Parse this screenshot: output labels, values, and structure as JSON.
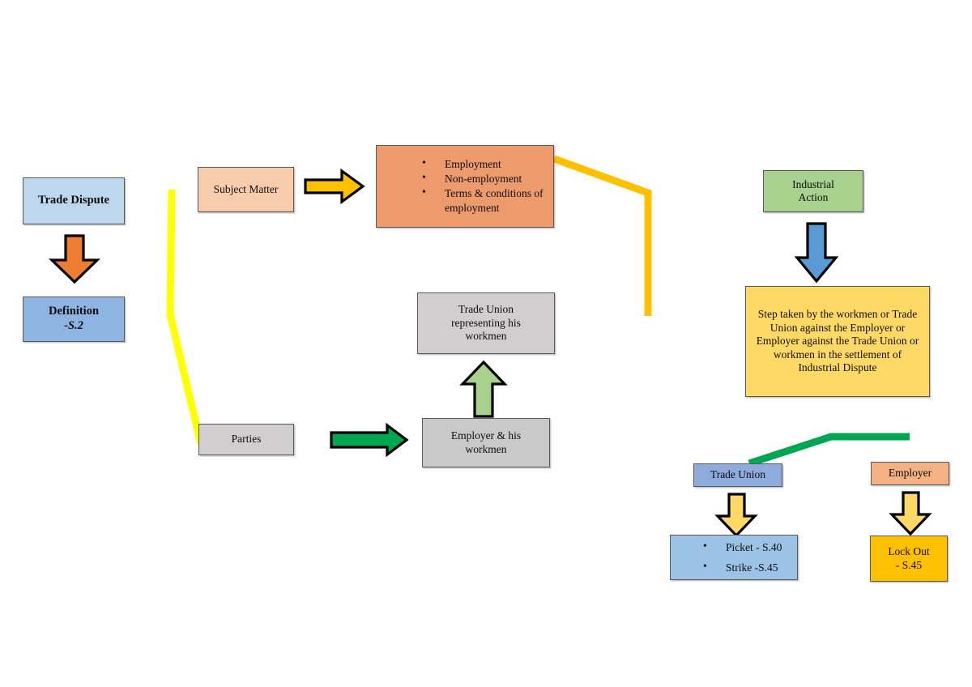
{
  "diagram": {
    "title": "Trade Dispute and Industrial Action flow chart",
    "colors": {
      "light_blue": "#bdd7ee",
      "mid_blue": "#8eb4e3",
      "steel_blue": "#8faadc",
      "peach": "#f8cbad",
      "orange_fill": "#ed9b6d",
      "orange_arrow": "#ed7d31",
      "gray_fill": "#d0cece",
      "green_fill": "#a9d18e",
      "yellow_fill": "#ffd966",
      "amber_fill": "#ffc000",
      "gold_arrow": "#ffc000",
      "soft_gold_arrow": "#ffd966",
      "green_arrow": "#00a651",
      "blue_arrow": "#5b9bd5",
      "yellow_line": "#ffff00",
      "amber_line": "#ffc000",
      "green_line": "#00a651",
      "border": "#595959",
      "text": "#0d0d0d"
    },
    "left_branch": {
      "trade_dispute": {
        "label": "Trade Dispute"
      },
      "definition": {
        "line1": "Definition",
        "line2": "-S.2"
      }
    },
    "middle_branch": {
      "subject_matter": {
        "label": "Subject Matter"
      },
      "subject_items": [
        "Employment",
        "Non-employment",
        "Terms & conditions of employment"
      ],
      "parties": {
        "label": "Parties"
      },
      "employer_workmen": {
        "line1": "Employer & his",
        "line2": "workmen"
      },
      "trade_union_rep": {
        "line1": "Trade Union",
        "line2": "representing his",
        "line3": "workmen"
      }
    },
    "right_branch": {
      "industrial_action": {
        "line1": "Industrial",
        "line2": "Action"
      },
      "definition_text": "Step taken by the workmen or Trade Union against the Employer or Employer against the Trade Union or workmen in the settlement of Industrial Dispute",
      "trade_union": {
        "label": "Trade Union"
      },
      "employer": {
        "label": "Employer"
      },
      "union_actions": [
        "Picket - S.40",
        "Strike -S.45"
      ],
      "employer_action": {
        "line1": "Lock Out",
        "line2": "- S.45"
      }
    },
    "icons": {
      "orange_down_arrow": "arrow-down-icon",
      "gold_right_arrow": "arrow-right-icon",
      "green_right_arrow": "arrow-right-icon",
      "green_up_arrow": "arrow-up-icon",
      "blue_down_arrow": "arrow-down-icon",
      "gold_down_arrow_union": "arrow-down-icon",
      "gold_down_arrow_employer": "arrow-down-icon",
      "yellow_connector": "connector-line-icon",
      "amber_connector": "connector-line-icon",
      "green_connector": "connector-line-icon"
    }
  }
}
